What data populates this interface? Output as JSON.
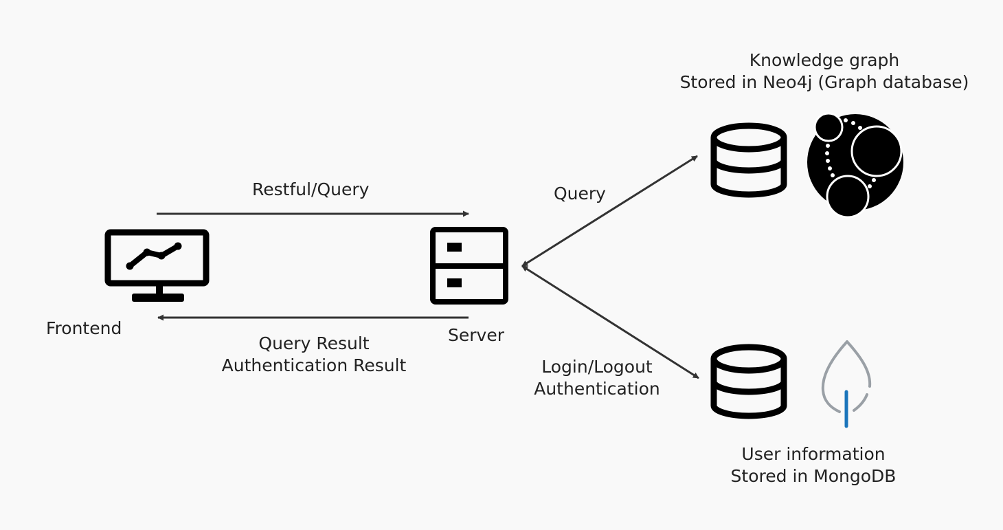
{
  "nodes": {
    "frontend": {
      "label": "Frontend",
      "icon": "monitor-chart-icon"
    },
    "server": {
      "label": "Server",
      "icon": "server-icon"
    },
    "neo4j": {
      "title_line1": "Knowledge graph",
      "title_line2": "Stored in Neo4j (Graph database)",
      "icons": [
        "database-icon",
        "neo4j-logo-icon"
      ]
    },
    "mongodb": {
      "title_line1": "User information",
      "title_line2": "Stored in MongoDB",
      "icons": [
        "database-icon",
        "mongodb-leaf-icon"
      ]
    }
  },
  "edges": {
    "frontend_to_server": {
      "label": "Restful/Query"
    },
    "server_to_frontend": {
      "line1": "Query Result",
      "line2": "Authentication Result"
    },
    "server_neo4j": {
      "label": "Query"
    },
    "server_mongodb": {
      "line1": "Login/Logout",
      "line2": "Authentication"
    }
  },
  "colors": {
    "background": "#f9f9f9",
    "ink": "#000000",
    "text": "#222222",
    "line": "#333333",
    "mongo_leaf_outline": "#9aa0a6",
    "mongo_leaf_stem": "#1b75bb"
  }
}
